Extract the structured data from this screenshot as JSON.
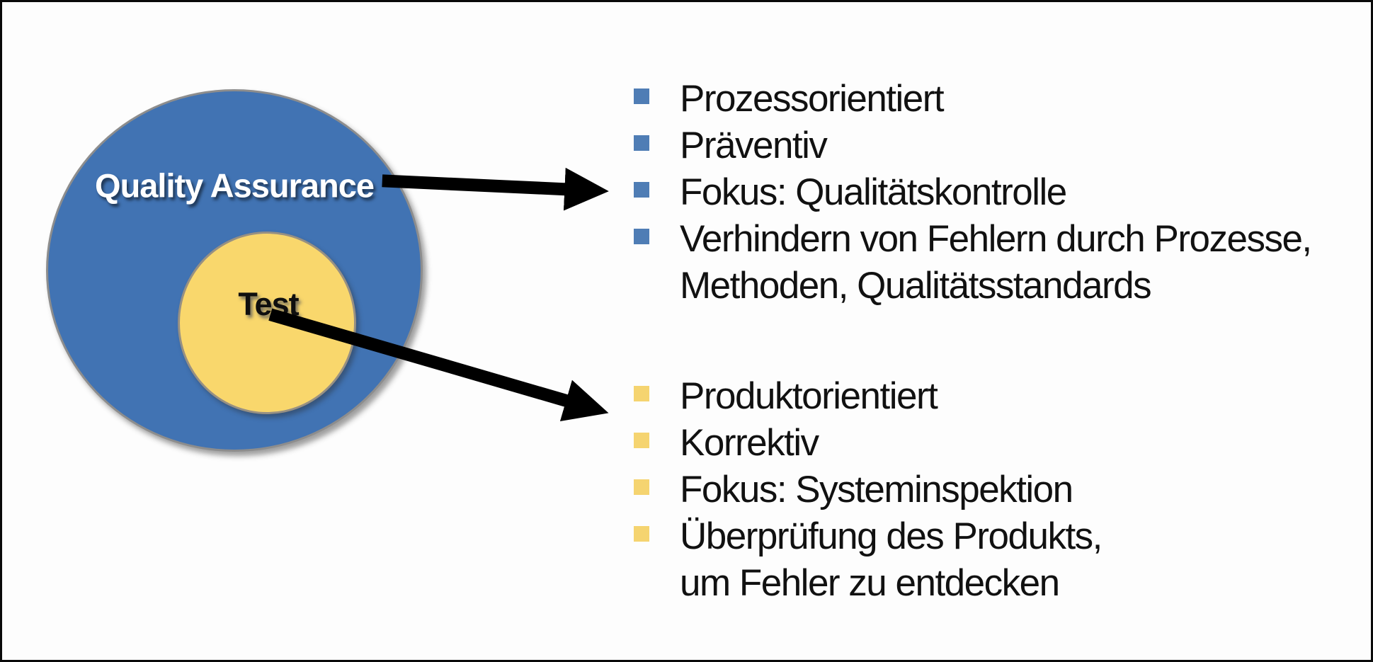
{
  "slide": {
    "background": "#fdfdfd",
    "border_color": "#0a0a0a"
  },
  "venn": {
    "outer_label": "Quality Assurance",
    "outer_color": "#4173b3",
    "outer_border": "#8d8d8d",
    "inner_label": "Test",
    "inner_color": "#f9d76c",
    "inner_border": "#979083"
  },
  "arrows": {
    "color": "#000000"
  },
  "lists": {
    "qa": {
      "bullet_color": "#4f7db5",
      "items": [
        "Prozessorientiert",
        "Präventiv",
        "Fokus: Qualitätskontrolle",
        "Verhindern von Fehlern durch Prozesse,",
        "Methoden, Qualitätsstandards"
      ]
    },
    "test": {
      "bullet_color": "#f5d470",
      "items": [
        "Produktorientiert",
        "Korrektiv",
        "Fokus: Systeminspektion",
        "Überprüfung des Produkts,",
        "um Fehler zu entdecken"
      ]
    }
  }
}
